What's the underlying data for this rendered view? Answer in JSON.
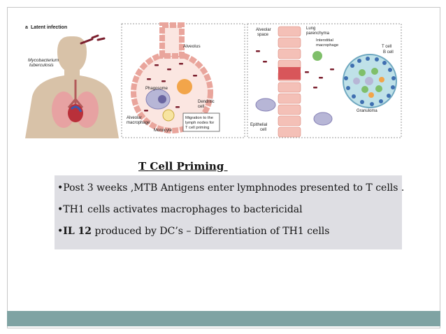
{
  "figure": {
    "panel_label": "a",
    "panel_title": "Latent infection",
    "labels": {
      "mycobacterium": [
        "Mycobacterium",
        "tuberculosis"
      ],
      "alveolus": "Alveolus",
      "phagosome": "Phagosome",
      "dendritic_cell": [
        "Dendritic",
        "cell"
      ],
      "alveolar_macrophage": [
        "Alveolar",
        "macrophage"
      ],
      "monocyte": "Monocyte",
      "migration": [
        "Migration to the",
        "lymph nodes for",
        "T cell priming"
      ],
      "alveolar_space": [
        "Alveolar",
        "space"
      ],
      "lung_parenchyma": [
        "Lung",
        "parenchyma"
      ],
      "interstitial_macrophage": [
        "Interstitial",
        "macrophage"
      ],
      "t_cell": "T cell",
      "b_cell": "B cell",
      "granuloma": "Granuloma",
      "epithelial_cell": [
        "Epithelial",
        "cell"
      ]
    }
  },
  "slide": {
    "title": "T Cell Priming ",
    "bullets": [
      {
        "prefix": "•",
        "bold": "",
        "text": "Post 3 weeks ,MTB Antigens enter lymphnodes presented to T cells ."
      },
      {
        "prefix": "•",
        "bold": "",
        "text": "TH1 cells activates macrophages to bactericidal"
      },
      {
        "prefix": "•",
        "bold": "IL 12",
        "text": " produced by DC’s – Differentiation of TH1 cells"
      }
    ]
  },
  "colors": {
    "accent_bar": "#7fa3a3",
    "bullet_box": "#dedee3",
    "alveolus": "#f2b9b0",
    "bacteria": "#7b1f2e"
  }
}
